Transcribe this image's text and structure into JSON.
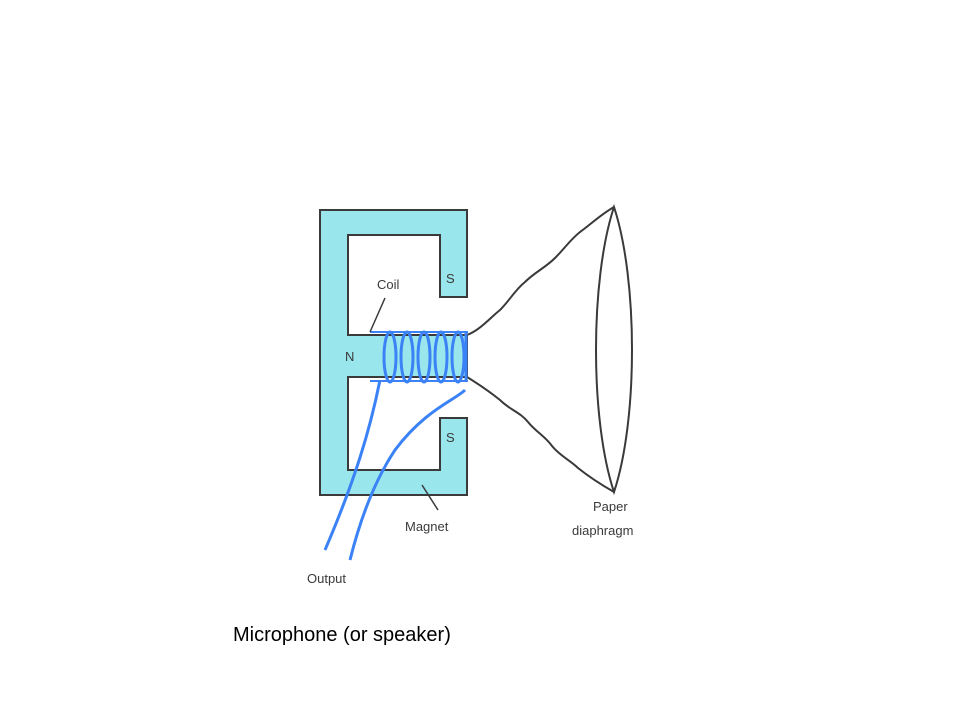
{
  "labels": {
    "coil": "Coil",
    "north": "N",
    "south_top": "S",
    "south_bottom": "S",
    "magnet": "Magnet",
    "output": "Output",
    "paper_line1": "Paper",
    "paper_line2": "diaphragm"
  },
  "caption": "Microphone (or speaker)",
  "colors": {
    "magnet_fill": "#99e6ec",
    "outline": "#3a3a3a",
    "wire": "#3b82f6",
    "background": "#ffffff"
  }
}
